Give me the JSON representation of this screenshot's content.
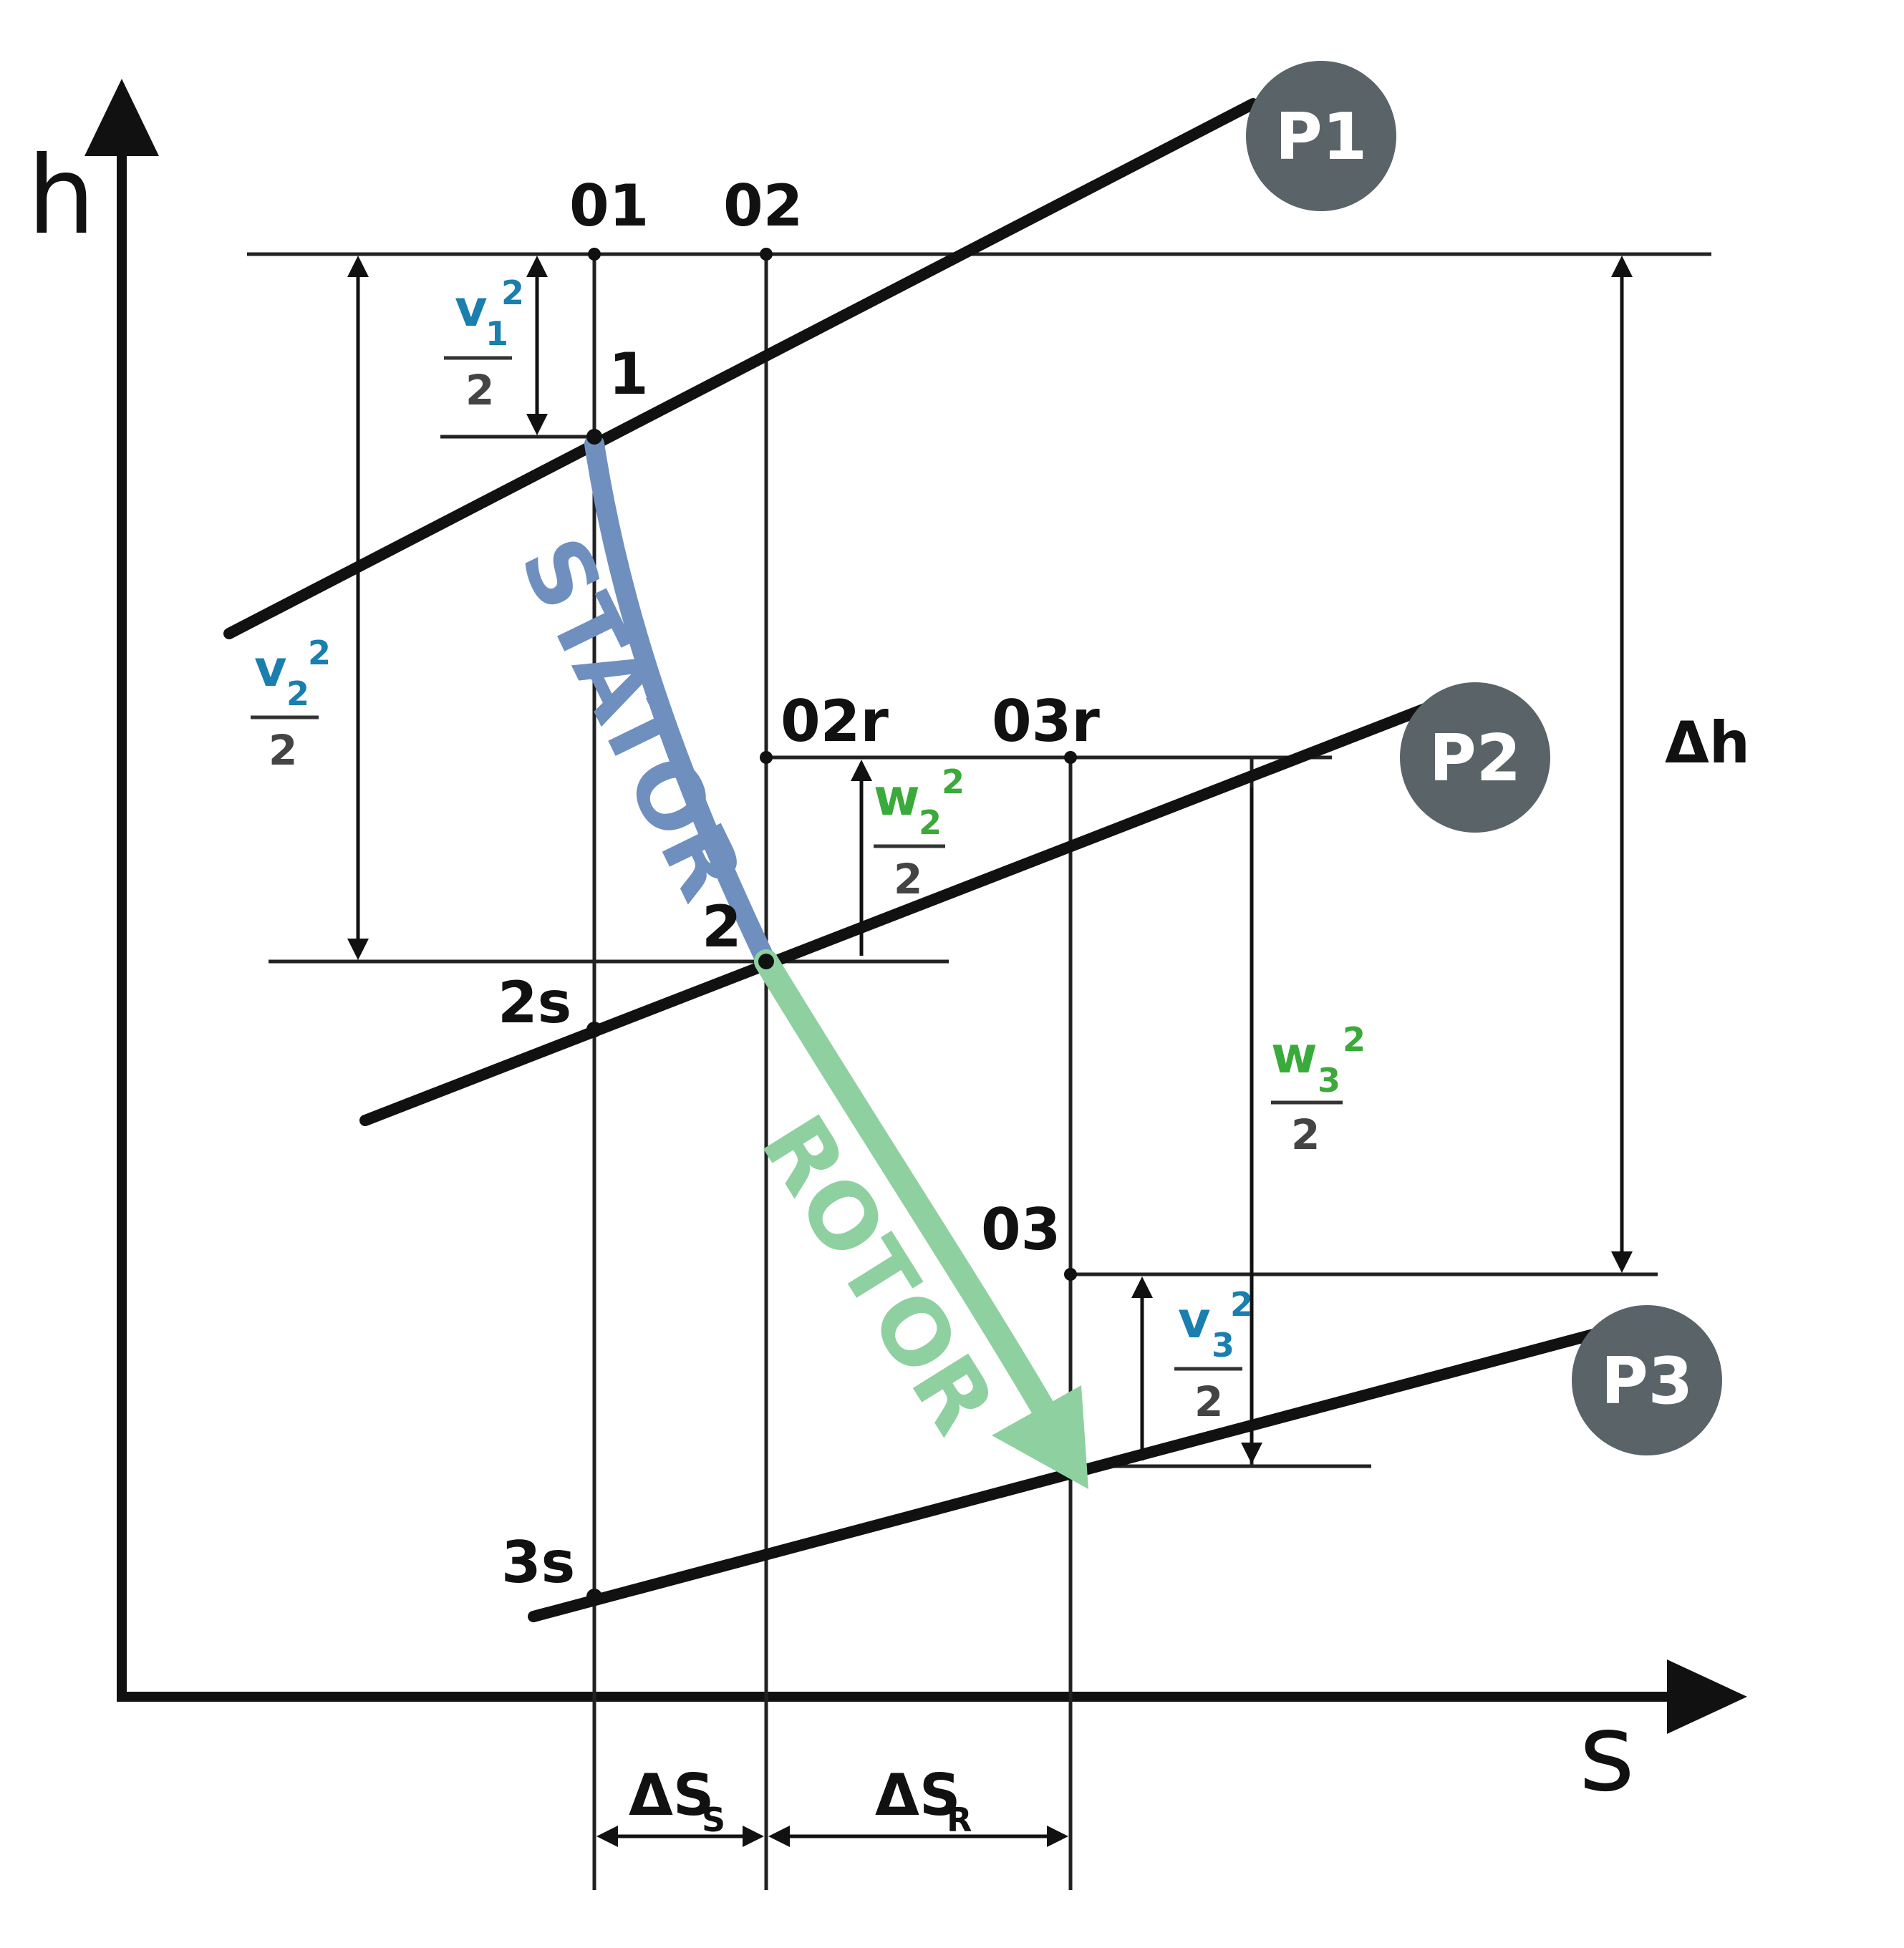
{
  "axes": {
    "y_label": "h",
    "x_label": "s"
  },
  "isobars": [
    {
      "id": "p1",
      "label": "P1"
    },
    {
      "id": "p2",
      "label": "P2"
    },
    {
      "id": "p3",
      "label": "P3"
    }
  ],
  "points": {
    "o1": "01",
    "o2": "02",
    "p1": "1",
    "o2r": "02r",
    "o3r": "03r",
    "p2": "2",
    "p2s": "2s",
    "o3": "03",
    "p3s": "3s"
  },
  "stages": {
    "stator": "STATOR",
    "rotor": "ROTOR"
  },
  "fractions": {
    "v1": {
      "sym": "v",
      "sub": "1",
      "exp": "2",
      "den": "2"
    },
    "v2": {
      "sym": "v",
      "sub": "2",
      "exp": "2",
      "den": "2"
    },
    "w2": {
      "sym": "w",
      "sub": "2",
      "exp": "2",
      "den": "2"
    },
    "w3": {
      "sym": "w",
      "sub": "3",
      "exp": "2",
      "den": "2"
    },
    "v3": {
      "sym": "v",
      "sub": "3",
      "exp": "2",
      "den": "2"
    }
  },
  "delta_h": "Δh",
  "delta_s_stator": {
    "main": "ΔS",
    "sub": "S"
  },
  "delta_s_rotor": {
    "main": "ΔS",
    "sub": "R"
  },
  "colors": {
    "stator": "#6f8fbf",
    "rotor": "#8fd0a0",
    "blue_text": "#1a7fae",
    "green_text": "#3aaa3a",
    "isobar_badge": "#5a6468",
    "denominator": "#444444"
  }
}
